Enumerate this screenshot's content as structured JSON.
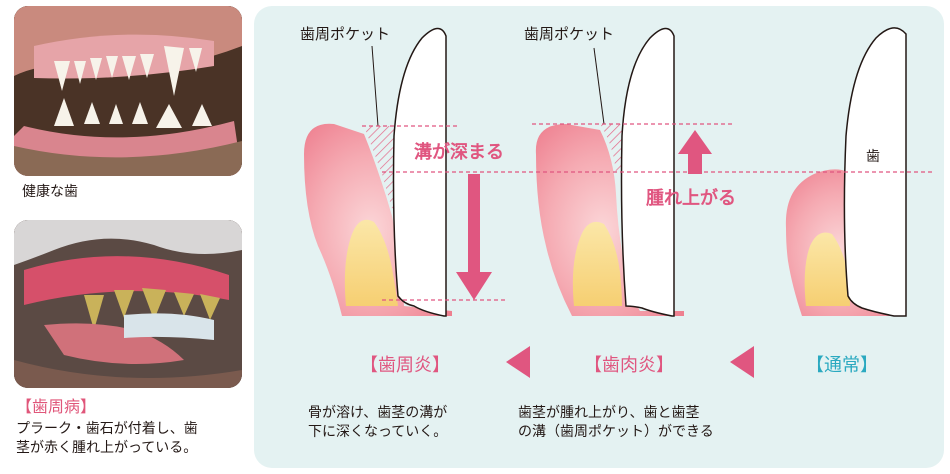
{
  "photos": {
    "healthy_caption": "健康な歯",
    "disease_title": "【歯周病】",
    "disease_desc_line1": "プラーク・歯石が付着し、歯",
    "disease_desc_line2": "茎が赤く腫れ上がっている。"
  },
  "diagram": {
    "pocket_label_left": "歯周ポケット",
    "pocket_label_mid": "歯周ポケット",
    "deepen_label": "溝が深まる",
    "swell_label": "腫れ上がる",
    "tooth_label": "歯",
    "stage_periodontitis": "【歯周炎】",
    "stage_gingivitis": "【歯肉炎】",
    "stage_normal": "【通常】",
    "desc_left_line1": "骨が溶け、歯茎の溝が",
    "desc_left_line2": "下に深くなっていく。",
    "desc_mid_line1": "歯茎が腫れ上がり、歯と歯茎",
    "desc_mid_line2": "の溝（歯周ポケット）ができる"
  },
  "colors": {
    "accent_pink": "#e05680",
    "accent_teal": "#2aa9c0",
    "panel_bg": "#e4f2f2",
    "gum_pink": "#f2a0ad",
    "bone_yellow": "#f8d98a"
  }
}
